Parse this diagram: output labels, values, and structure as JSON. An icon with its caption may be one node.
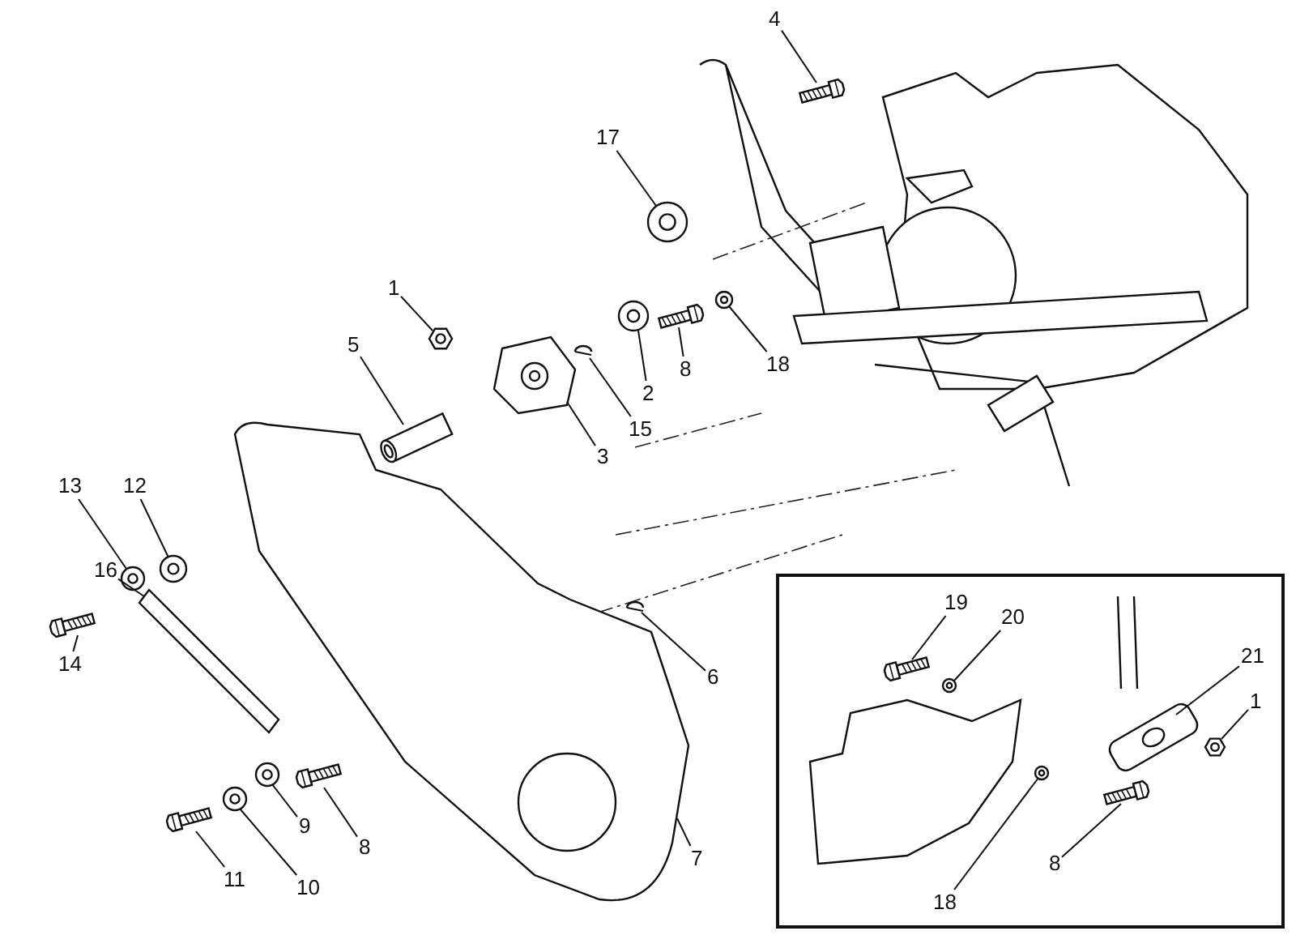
{
  "diagram": {
    "nodes": [
      {
        "text": [
          "4"
        ]
      },
      {
        "text": [],
        "shape": "bolt"
      },
      {
        "text": [
          "17"
        ]
      },
      {
        "text": [],
        "shape": "washer"
      },
      {
        "text": [
          "1"
        ]
      },
      {
        "text": [],
        "shape": "nut"
      },
      {
        "text": [
          "5"
        ]
      },
      {
        "text": [],
        "shape": "pin"
      },
      {
        "text": [
          "3"
        ]
      },
      {
        "text": [],
        "shape": "plate"
      },
      {
        "text": [
          "15"
        ]
      },
      {
        "text": [],
        "shape": "clip"
      },
      {
        "text": [
          "2"
        ]
      },
      {
        "text": [],
        "shape": "washer"
      },
      {
        "text": [
          "8"
        ]
      },
      {
        "text": [],
        "shape": "bolt"
      },
      {
        "text": [
          "18"
        ]
      },
      {
        "text": [],
        "shape": "washer"
      },
      {
        "text": [
          "13"
        ]
      },
      {
        "text": [],
        "shape": "washer"
      },
      {
        "text": [
          "12"
        ]
      },
      {
        "text": [],
        "shape": "washer"
      },
      {
        "text": [
          "16"
        ]
      },
      {
        "text": [],
        "shape": "rod"
      },
      {
        "text": [
          "14"
        ]
      },
      {
        "text": [],
        "shape": "bolt"
      },
      {
        "text": [
          "6"
        ]
      },
      {
        "text": [],
        "shape": "clip"
      },
      {
        "text": [
          "9"
        ]
      },
      {
        "text": [],
        "shape": "washer"
      },
      {
        "text": [
          "8"
        ]
      },
      {
        "text": [],
        "shape": "bolt"
      },
      {
        "text": [
          "7"
        ]
      },
      {
        "text": [],
        "shape": "cover"
      },
      {
        "text": [
          "10"
        ]
      },
      {
        "text": [],
        "shape": "washer"
      },
      {
        "text": [
          "11"
        ]
      },
      {
        "text": [],
        "shape": "bolt"
      },
      {
        "text": [
          "19"
        ]
      },
      {
        "text": [],
        "shape": "bolt"
      },
      {
        "text": [
          "20"
        ]
      },
      {
        "text": [],
        "shape": "washer"
      },
      {
        "text": [
          "21"
        ]
      },
      {
        "text": [],
        "shape": "bracket"
      },
      {
        "text": [
          "1"
        ]
      },
      {
        "text": [],
        "shape": "nut"
      },
      {
        "text": [
          "8"
        ]
      },
      {
        "text": [],
        "shape": "bolt"
      },
      {
        "text": [
          "18"
        ]
      },
      {
        "text": [],
        "shape": "washer"
      }
    ],
    "edges": [
      {
        "from": 0,
        "to": 1,
        "arrow": "none"
      },
      {
        "from": 2,
        "to": 3,
        "arrow": "none"
      },
      {
        "from": 4,
        "to": 5,
        "arrow": "none"
      },
      {
        "from": 6,
        "to": 7,
        "arrow": "none"
      },
      {
        "from": 8,
        "to": 9,
        "arrow": "none"
      },
      {
        "from": 10,
        "to": 11,
        "arrow": "none"
      },
      {
        "from": 12,
        "to": 13,
        "arrow": "none"
      },
      {
        "from": 14,
        "to": 15,
        "arrow": "none"
      },
      {
        "from": 16,
        "to": 17,
        "arrow": "none"
      },
      {
        "from": 18,
        "to": 19,
        "arrow": "none"
      },
      {
        "from": 20,
        "to": 21,
        "arrow": "none"
      },
      {
        "from": 22,
        "to": 23,
        "arrow": "none"
      },
      {
        "from": 24,
        "to": 25,
        "arrow": "none"
      },
      {
        "from": 26,
        "to": 27,
        "arrow": "none"
      },
      {
        "from": 28,
        "to": 29,
        "arrow": "none"
      },
      {
        "from": 30,
        "to": 31,
        "arrow": "none"
      },
      {
        "from": 32,
        "to": 33,
        "arrow": "none"
      },
      {
        "from": 34,
        "to": 35,
        "arrow": "none"
      },
      {
        "from": 36,
        "to": 37,
        "arrow": "none"
      },
      {
        "from": 38,
        "to": 39,
        "arrow": "none"
      },
      {
        "from": 40,
        "to": 41,
        "arrow": "none"
      },
      {
        "from": 42,
        "to": 43,
        "arrow": "none"
      },
      {
        "from": 44,
        "to": 45,
        "arrow": "none"
      },
      {
        "from": 46,
        "to": 47,
        "arrow": "none"
      },
      {
        "from": 48,
        "to": 49,
        "arrow": "none"
      }
    ]
  }
}
